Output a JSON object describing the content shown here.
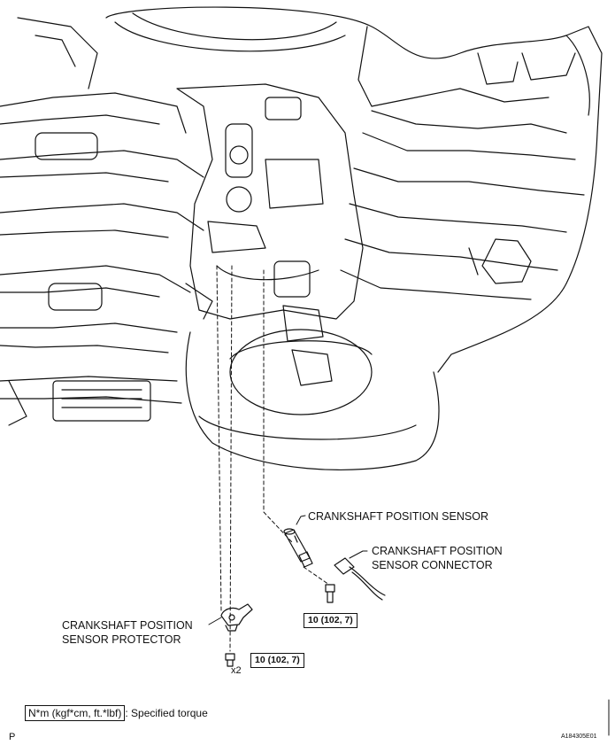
{
  "labels": {
    "crankshaft_position_sensor": "CRANKSHAFT POSITION SENSOR",
    "connector_line1": "CRANKSHAFT POSITION",
    "connector_line2": "SENSOR CONNECTOR",
    "protector_line1": "CRANKSHAFT POSITION",
    "protector_line2": "SENSOR PROTECTOR"
  },
  "torque": {
    "sensor_bolt": "10 (102,  7)",
    "protector_bolts": "10 (102,  7)",
    "quantity": "x2"
  },
  "legend": {
    "units": "N*m (kgf*cm, ft.*lbf)",
    "description": ": Specified torque"
  },
  "footer": {
    "view_code": "P",
    "figure_id": "A184305E01"
  }
}
